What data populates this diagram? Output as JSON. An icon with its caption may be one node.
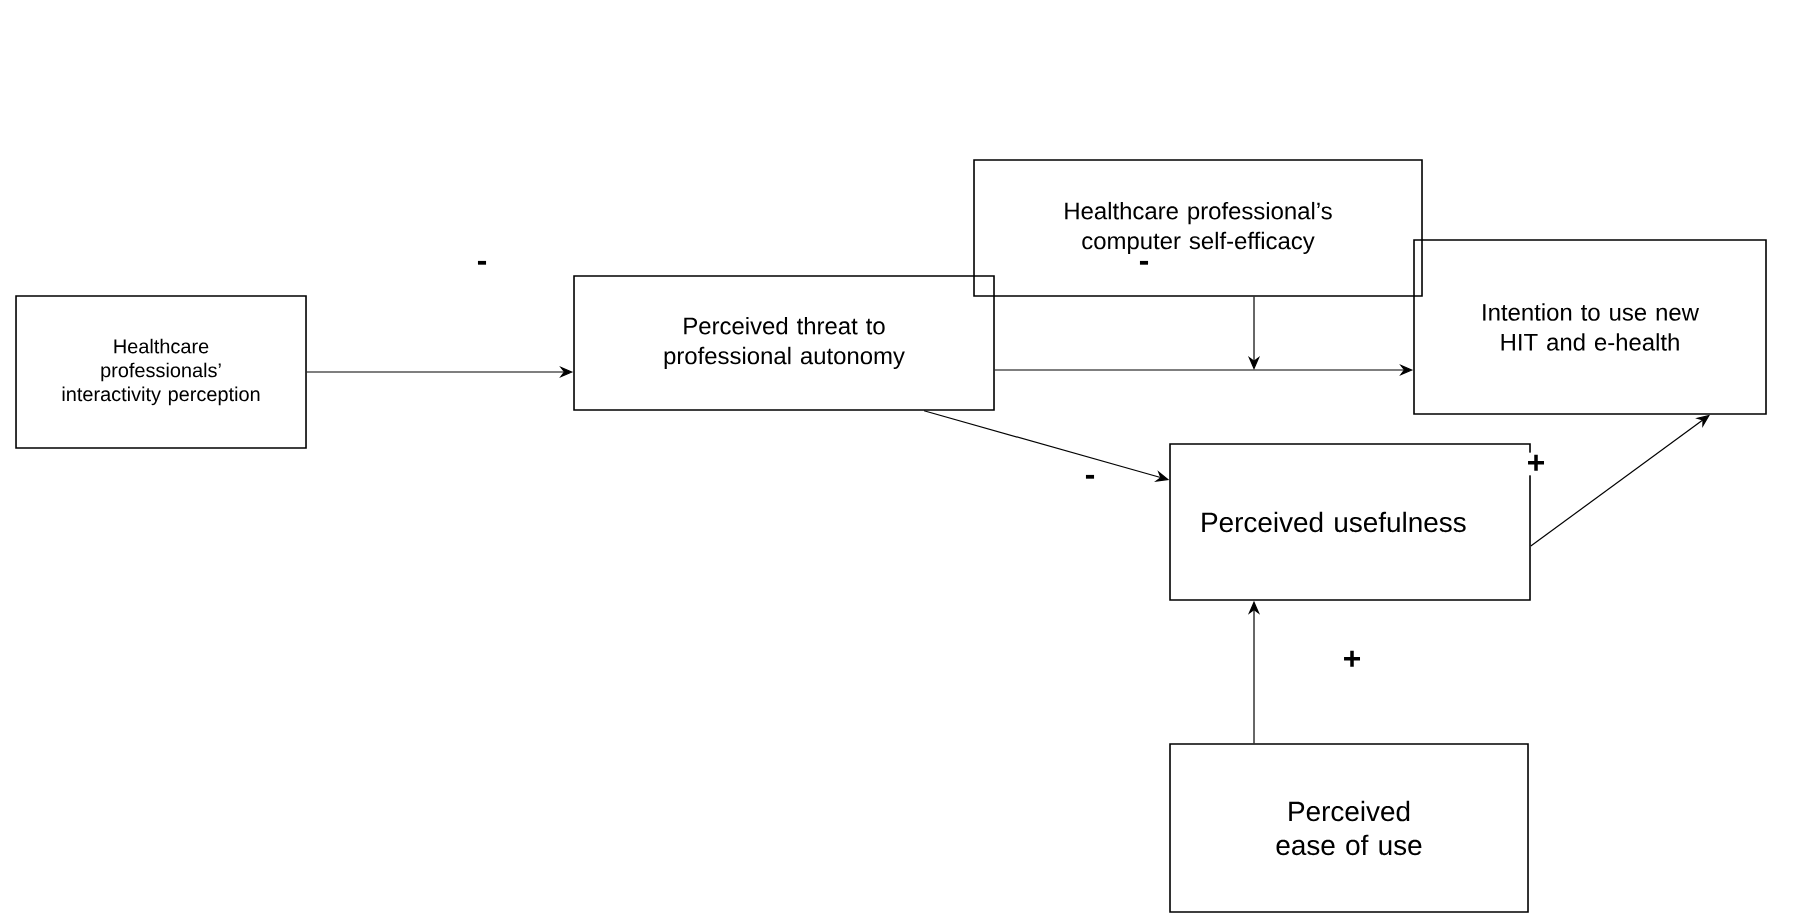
{
  "diagram": {
    "nodes": [
      {
        "text": [
          "Healthcare professionals’ interactivity perception"
        ]
      },
      {
        "text": [
          "Perceived threat to professional autonomy"
        ]
      },
      {
        "text": [
          "Healthcare professional’s computer self-efficacy"
        ]
      },
      {
        "text": [
          "Intention to use new HIT and e-health"
        ]
      },
      {
        "text": [
          "Perceived usefulness"
        ]
      },
      {
        "text": [
          "Perceived ease of use"
        ]
      }
    ],
    "edges": [
      {
        "from": 0,
        "to": 1,
        "arrow": "to",
        "label": "-"
      },
      {
        "from": 1,
        "to": 3,
        "arrow": "to",
        "label": "-"
      },
      {
        "from": 2,
        "to": null,
        "arrow": "to"
      },
      {
        "from": 1,
        "to": 4,
        "arrow": "to",
        "label": "-"
      },
      {
        "from": 4,
        "to": 3,
        "arrow": "to",
        "label": "+"
      },
      {
        "from": 5,
        "to": 4,
        "arrow": "to",
        "label": "+"
      }
    ]
  }
}
